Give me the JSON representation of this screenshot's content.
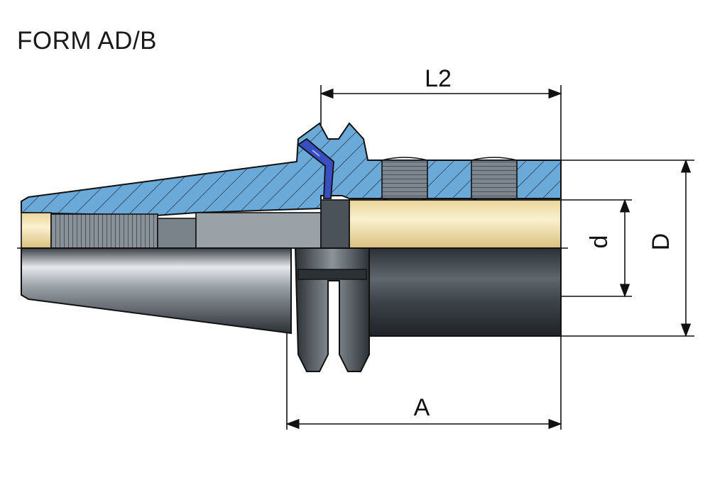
{
  "title": "FORM AD/B",
  "dimensions": {
    "l2": "L2",
    "a": "A",
    "d_small": "d",
    "d_large": "D"
  },
  "colors": {
    "section_fill": "#6aa9d8",
    "bore_fill": "#f3e3b3",
    "steel_dark": "#2c3136",
    "steel_light": "#c9ced3",
    "screw_blue": "#3a4fbf",
    "line": "#111111"
  }
}
